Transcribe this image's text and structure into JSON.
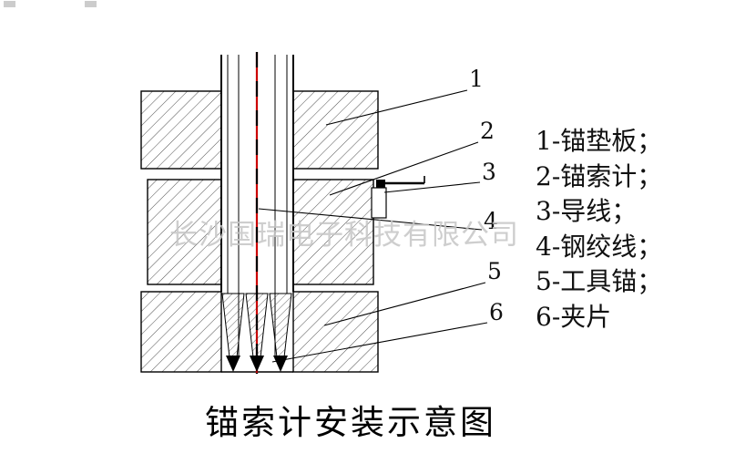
{
  "title": "锚索计安装示意图",
  "watermark": "长沙国瑞电子科技有限公司",
  "legend": {
    "items": [
      "1-锚垫板；",
      "2-锚索计；",
      "3-导线；",
      "4-钢绞线；",
      "5-工具锚；",
      "6-夹片"
    ]
  },
  "callouts": [
    "1",
    "2",
    "3",
    "4",
    "5",
    "6"
  ],
  "colors": {
    "line": "#000000",
    "centerline": "#cc0000",
    "watermark": "#c6c6c6",
    "background": "#ffffff"
  }
}
